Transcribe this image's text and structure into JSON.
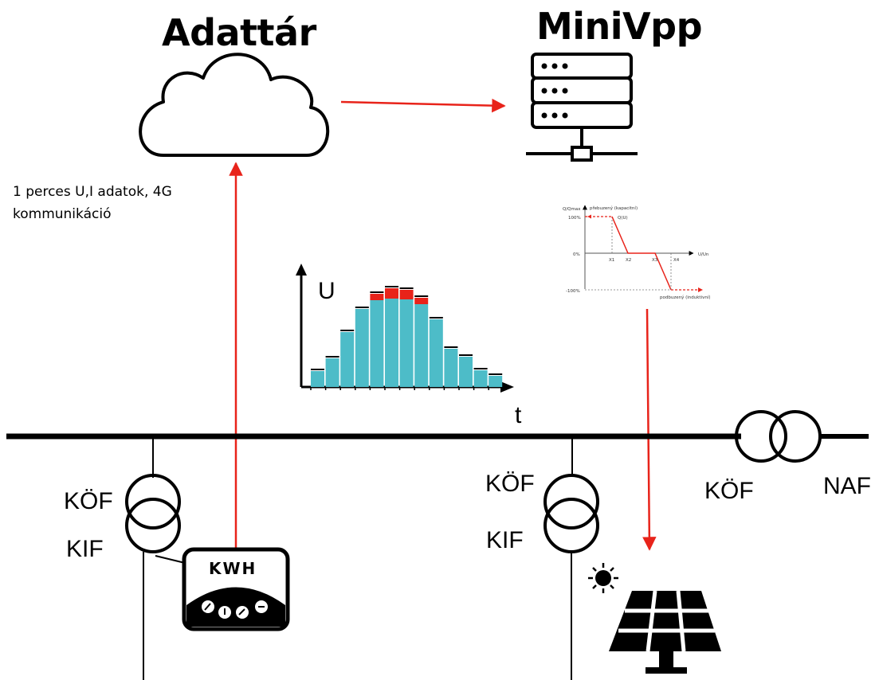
{
  "titles": {
    "storage": "Adattár",
    "vpp": "MiniVpp"
  },
  "note": {
    "line1": "1 perces U,I adatok, 4G",
    "line2": "kommunikáció"
  },
  "mini_chart": {
    "y_label": "U",
    "x_label": "t",
    "bar_values": [
      20,
      36,
      69,
      98,
      109,
      111,
      110,
      104,
      85,
      48,
      38,
      21,
      14
    ],
    "red_overflow": [
      0,
      0,
      0,
      0,
      8,
      13,
      12,
      8,
      0,
      0,
      0,
      0,
      0
    ],
    "bar_color": "#4dbcc8",
    "overflow_color": "#e8231a"
  },
  "qu_curve": {
    "y_axis_label": "Q/Qmax",
    "x_axis_label": "U/Un",
    "label_100": "100%",
    "label_0": "0%",
    "label_minus100": "-100%",
    "label_top": "přebuzený (kapacitní)",
    "label_bottom": "podbuzený (induktivní)",
    "curve_name": "Q(U)",
    "x_ticks": [
      "X1",
      "X2",
      "X3",
      "X4"
    ]
  },
  "meter": {
    "label": "KWH"
  },
  "voltage_labels": {
    "left_mv": "KÖF",
    "left_lv": "KIF",
    "mid_mv": "KÖF",
    "mid_lv": "KIF",
    "right_mv": "KÖF",
    "right_hv": "NAF"
  },
  "colors": {
    "arrow": "#e8231a",
    "line": "#000000"
  }
}
